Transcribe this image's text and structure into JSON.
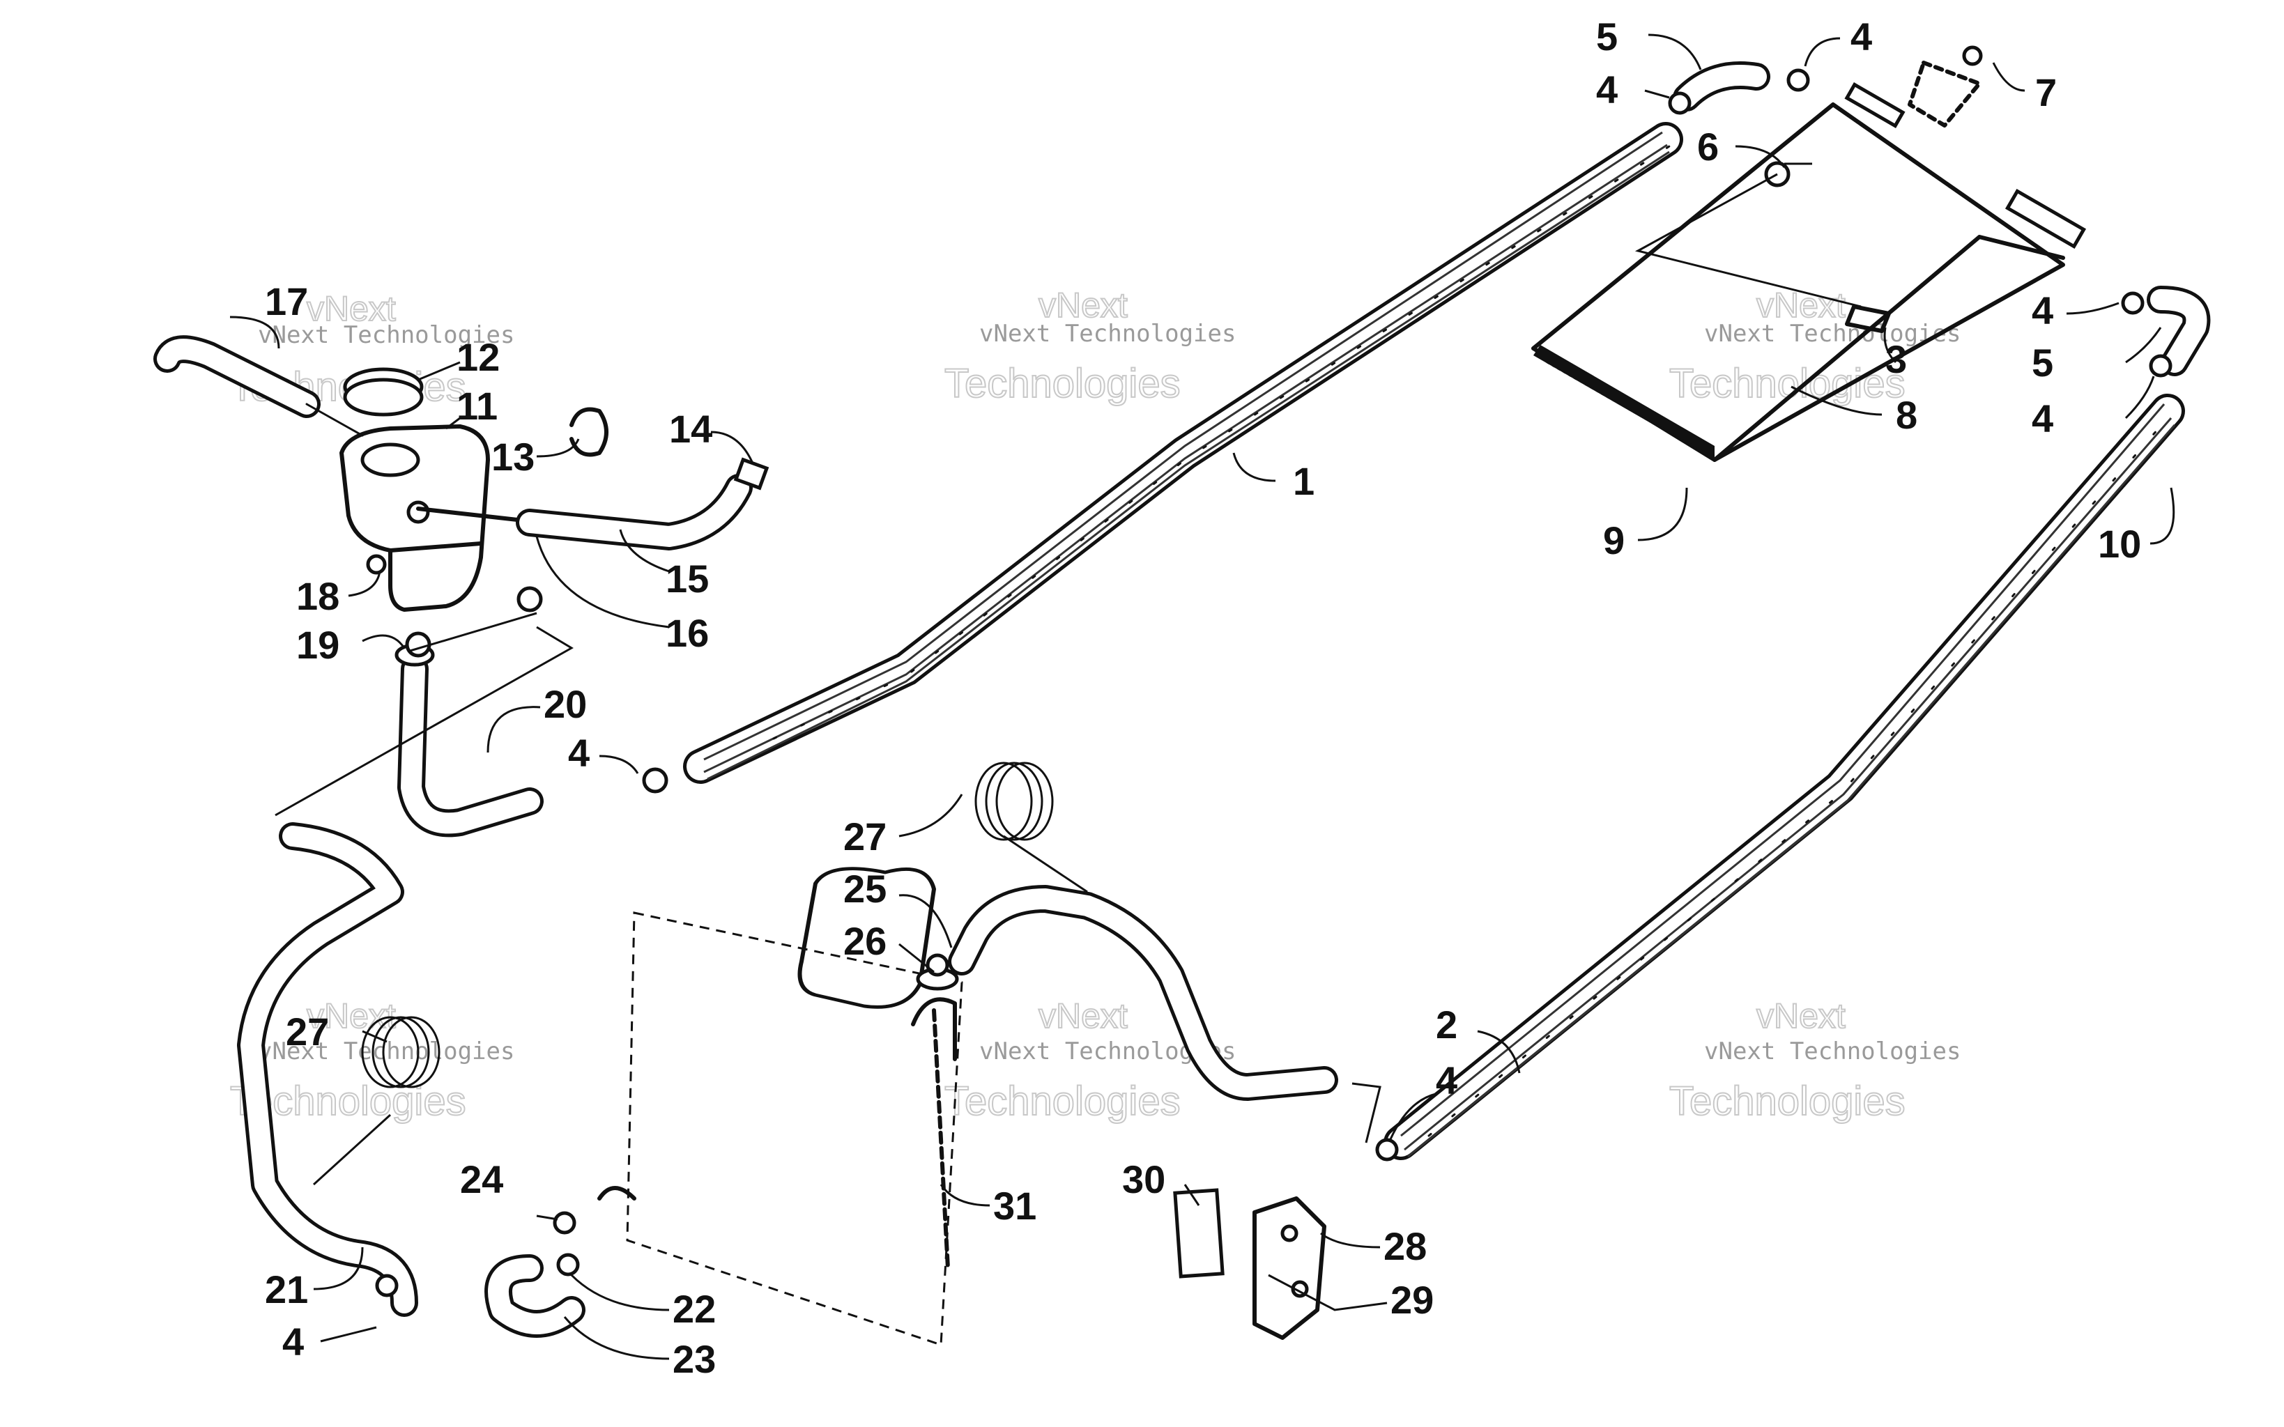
{
  "watermark": {
    "brand": "vNext",
    "line1": "vNext Technologies",
    "line2": "Technologies"
  },
  "callouts": [
    {
      "id": "c17",
      "label": "17"
    },
    {
      "id": "c12",
      "label": "12"
    },
    {
      "id": "c11",
      "label": "11"
    },
    {
      "id": "c13",
      "label": "13"
    },
    {
      "id": "c14",
      "label": "14"
    },
    {
      "id": "c15",
      "label": "15"
    },
    {
      "id": "c16",
      "label": "16"
    },
    {
      "id": "c18",
      "label": "18"
    },
    {
      "id": "c19",
      "label": "19"
    },
    {
      "id": "c20",
      "label": "20"
    },
    {
      "id": "c4a",
      "label": "4"
    },
    {
      "id": "c1",
      "label": "1"
    },
    {
      "id": "c5a",
      "label": "5"
    },
    {
      "id": "c4b",
      "label": "4"
    },
    {
      "id": "c4c",
      "label": "4"
    },
    {
      "id": "c7",
      "label": "7"
    },
    {
      "id": "c6",
      "label": "6"
    },
    {
      "id": "c3",
      "label": "3"
    },
    {
      "id": "c8",
      "label": "8"
    },
    {
      "id": "c9",
      "label": "9"
    },
    {
      "id": "c4d",
      "label": "4"
    },
    {
      "id": "c5b",
      "label": "5"
    },
    {
      "id": "c4e",
      "label": "4"
    },
    {
      "id": "c10",
      "label": "10"
    },
    {
      "id": "c27a",
      "label": "27"
    },
    {
      "id": "c25",
      "label": "25"
    },
    {
      "id": "c26",
      "label": "26"
    },
    {
      "id": "c27b",
      "label": "27"
    },
    {
      "id": "c2",
      "label": "2"
    },
    {
      "id": "c4f",
      "label": "4"
    },
    {
      "id": "c31",
      "label": "31"
    },
    {
      "id": "c30",
      "label": "30"
    },
    {
      "id": "c28",
      "label": "28"
    },
    {
      "id": "c29",
      "label": "29"
    },
    {
      "id": "c24",
      "label": "24"
    },
    {
      "id": "c22",
      "label": "22"
    },
    {
      "id": "c23",
      "label": "23"
    },
    {
      "id": "c21",
      "label": "21"
    },
    {
      "id": "c4g",
      "label": "4"
    }
  ]
}
